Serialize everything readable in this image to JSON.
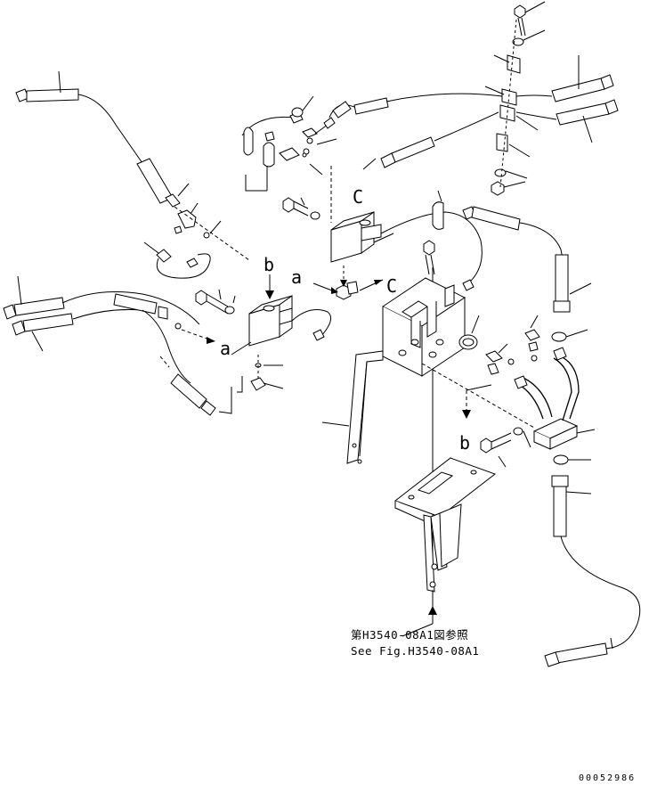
{
  "figure": {
    "markers": {
      "a": "a",
      "b": "b",
      "c": "C"
    },
    "reference_note": {
      "line1": "第H3540-08A1図参照",
      "line2": "See Fig.H3540-08A1"
    },
    "drawing_code": "00052986"
  }
}
